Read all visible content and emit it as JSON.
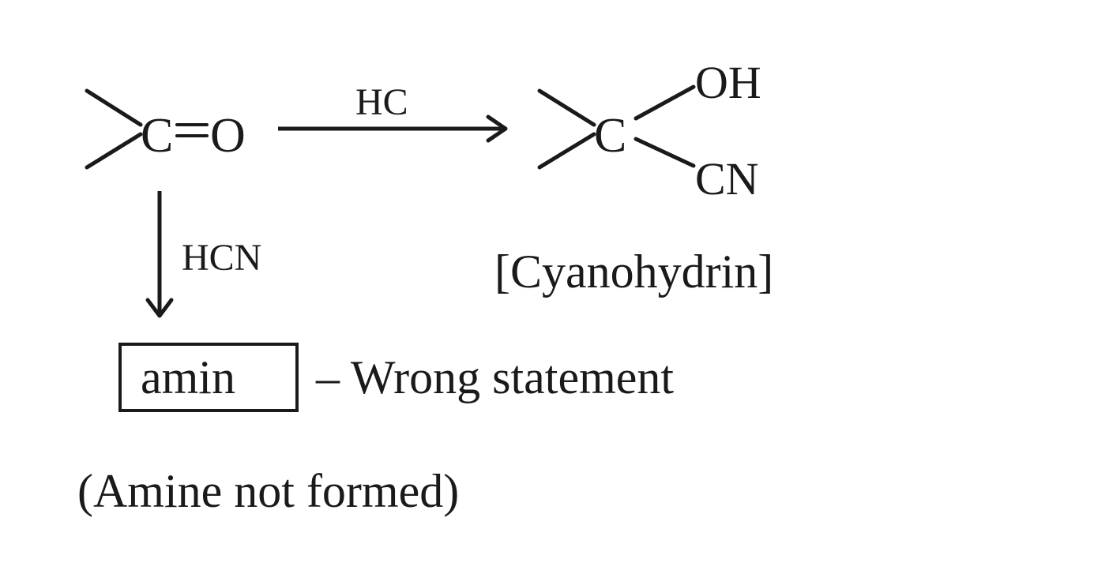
{
  "reactant": {
    "carbon": "C",
    "oxygen": "O"
  },
  "reagents": {
    "horizontal": "HC",
    "vertical": "HCN"
  },
  "product": {
    "carbon": "C",
    "hydroxyl": "OH",
    "nitrile": "CN",
    "name": "[Cyanohydrin]"
  },
  "incorrect_product": {
    "label": "amin",
    "verdict": "– Wrong statement",
    "note": "(Amine not formed)"
  }
}
